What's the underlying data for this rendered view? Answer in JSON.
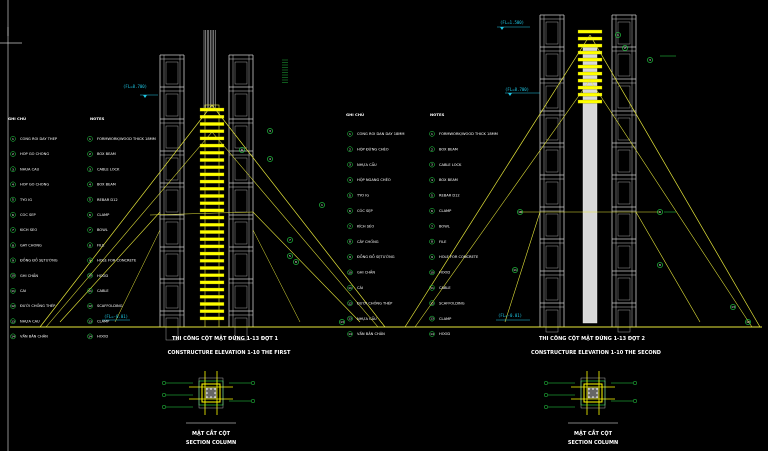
{
  "colors": {
    "background": "#000000",
    "frame": "#c9c9c9",
    "yellow": "#e8e83a",
    "bright_yellow": "#ffff00",
    "green": "#27e04a",
    "cyan": "#1ec8e6",
    "white": "#ffffff"
  },
  "drawing1": {
    "title_vn": "THI CÔNG CỘT MẶT ĐỨNG  1-13 ĐỢT 1",
    "title_en": "CONSTRUCTURE ELEVATION 1-10 THE FIRST",
    "level_top": "(FL=8.700)",
    "level_bottom": "(FL=-0.01)"
  },
  "drawing2": {
    "title_vn": "THI CÔNG CỘT MẶT ĐỨNG  1-13 ĐỢT 2",
    "title_en": "CONSTRUCTURE ELEVATION 1-10 THE SECOND",
    "level_top": "(FL=8.700)",
    "level_bottom": "(FL=-0.01)",
    "level_roof": "(FL=1.500)"
  },
  "section1": {
    "title_vn": "MẶT CẮT CỘT",
    "title_en": "SECTION COLUMN"
  },
  "section2": {
    "title_vn": "MẶT CẮT CỘT",
    "title_en": "SECTION COLUMN"
  },
  "legend_left_vn": {
    "header": "GHI CHÚ",
    "items": [
      "CONG ROI DAY THEP",
      "HOP GO CHONG",
      "NHUA CAU",
      "HOP GO CHONG",
      "TYO IG",
      "COC SEP",
      "KICH SEO",
      "GAY CHONG",
      "ĐỒNG ĐỒ SẸTƯỜNG",
      "GHI CHẤN",
      "CAI",
      "ĐƯỜI CHỐNG THÉP",
      "NHỰA CAU",
      "VĂN BẢN CHÂN"
    ]
  },
  "legend_left_en": {
    "header": "NOTES",
    "items": [
      "FORMWORK/WOOD THICK 18MM",
      "BOX BEAM",
      "CABLE LOCK",
      "BOX BEAM",
      "REBAR D12",
      "CLAMP",
      "BOWL",
      "FILE",
      "HOLE FOR CONCRETE",
      "HOOD",
      "CABLE",
      "SCAFFOLDING",
      "CLAMP",
      "HOOD"
    ]
  },
  "legend_mid_vn": {
    "header": "GHI CHÚ",
    "items": [
      "CONG ROI DAN DAY 18MM",
      "HỘP ĐỨNG CHÉO",
      "NHỰA CẦU",
      "HỘP NGANG CHÉO",
      "TYO IG",
      "CÓC SẸP",
      "KÍCH SÉO",
      "CÂY CHỐNG",
      "ĐỒNG ĐỒ SẸTƯỜNG",
      "GHI CHẤN",
      "CÁI",
      "ĐƯỜI CHỐNG THÉP",
      "NHỰA CẦU",
      "VĂN BẢN CHÂN"
    ]
  },
  "legend_mid_en": {
    "header": "NOTES",
    "items": [
      "FORMWORK/WOOD THICK 18MM",
      "BOX BEAM",
      "CABLE LOCK",
      "BOX BEAM",
      "REBAR D12",
      "CLAMP",
      "BOWL",
      "FILE",
      "HOLE FOR CONCRETE",
      "HOOD",
      "CABLE",
      "SCAFFOLDING",
      "CLAMP",
      "HOOD"
    ]
  }
}
